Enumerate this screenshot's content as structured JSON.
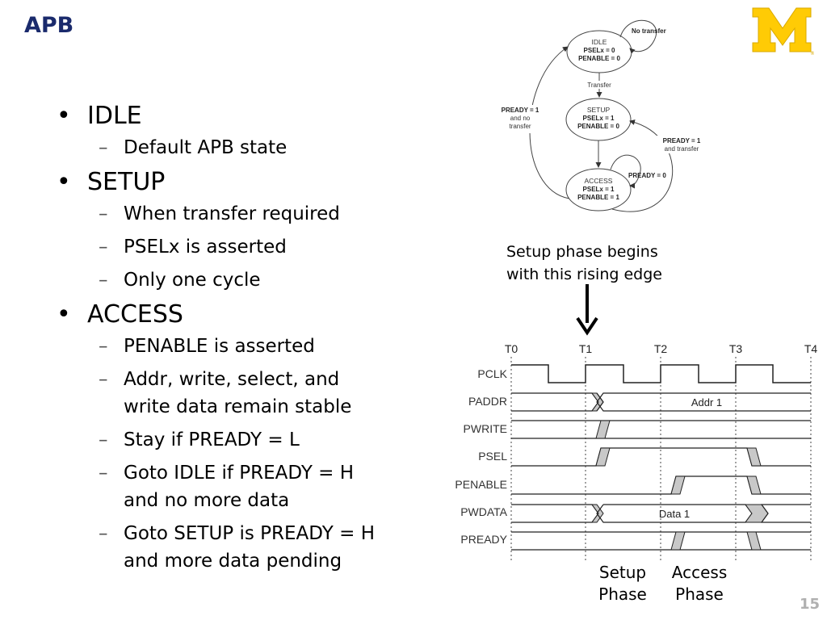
{
  "slide": {
    "title": "APB",
    "page_number": "15"
  },
  "bullets": [
    {
      "label": "IDLE",
      "subs": [
        "Default APB state"
      ]
    },
    {
      "label": "SETUP",
      "subs": [
        "When transfer required",
        "PSELx is asserted",
        "Only one cycle"
      ]
    },
    {
      "label": "ACCESS",
      "subs": [
        "PENABLE is asserted",
        "Addr, write, select, and\nwrite data remain stable",
        "Stay if PREADY = L",
        "Goto IDLE if PREADY = H\nand no more data",
        "Goto SETUP is PREADY = H\nand more data pending"
      ]
    }
  ],
  "state_diagram": {
    "states": [
      {
        "name": "IDLE",
        "psel": "PSELx = 0",
        "penable": "PENABLE = 0"
      },
      {
        "name": "SETUP",
        "psel": "PSELx = 1",
        "penable": "PENABLE = 0"
      },
      {
        "name": "ACCESS",
        "psel": "PSELx = 1",
        "penable": "PENABLE = 1"
      }
    ],
    "transitions": {
      "no_transfer": "No transfer",
      "transfer": "Transfer",
      "pready_no_transfer": [
        "PREADY = 1",
        "and  no",
        "transfer"
      ],
      "pready_transfer": [
        "PREADY = 1",
        "and transfer"
      ],
      "pready_zero": "PREADY = 0"
    }
  },
  "timing_diagram": {
    "time_labels": [
      "T0",
      "T1",
      "T2",
      "T3",
      "T4"
    ],
    "signals": [
      "PCLK",
      "PADDR",
      "PWRITE",
      "PSEL",
      "PENABLE",
      "PWDATA",
      "PREADY"
    ],
    "paddr_value": "Addr 1",
    "pwdata_value": "Data 1"
  },
  "annotation": {
    "line1": "Setup phase begins",
    "line2": "with this rising edge"
  },
  "phases": {
    "setup": {
      "line1": "Setup",
      "line2": "Phase"
    },
    "access": {
      "line1": "Access",
      "line2": "Phase"
    }
  },
  "colors": {
    "title": "#1a2a6c",
    "logo_maize": "#ffcb05",
    "phase_fill": "#c8c8c8",
    "page_number": "#b0b0b0"
  }
}
